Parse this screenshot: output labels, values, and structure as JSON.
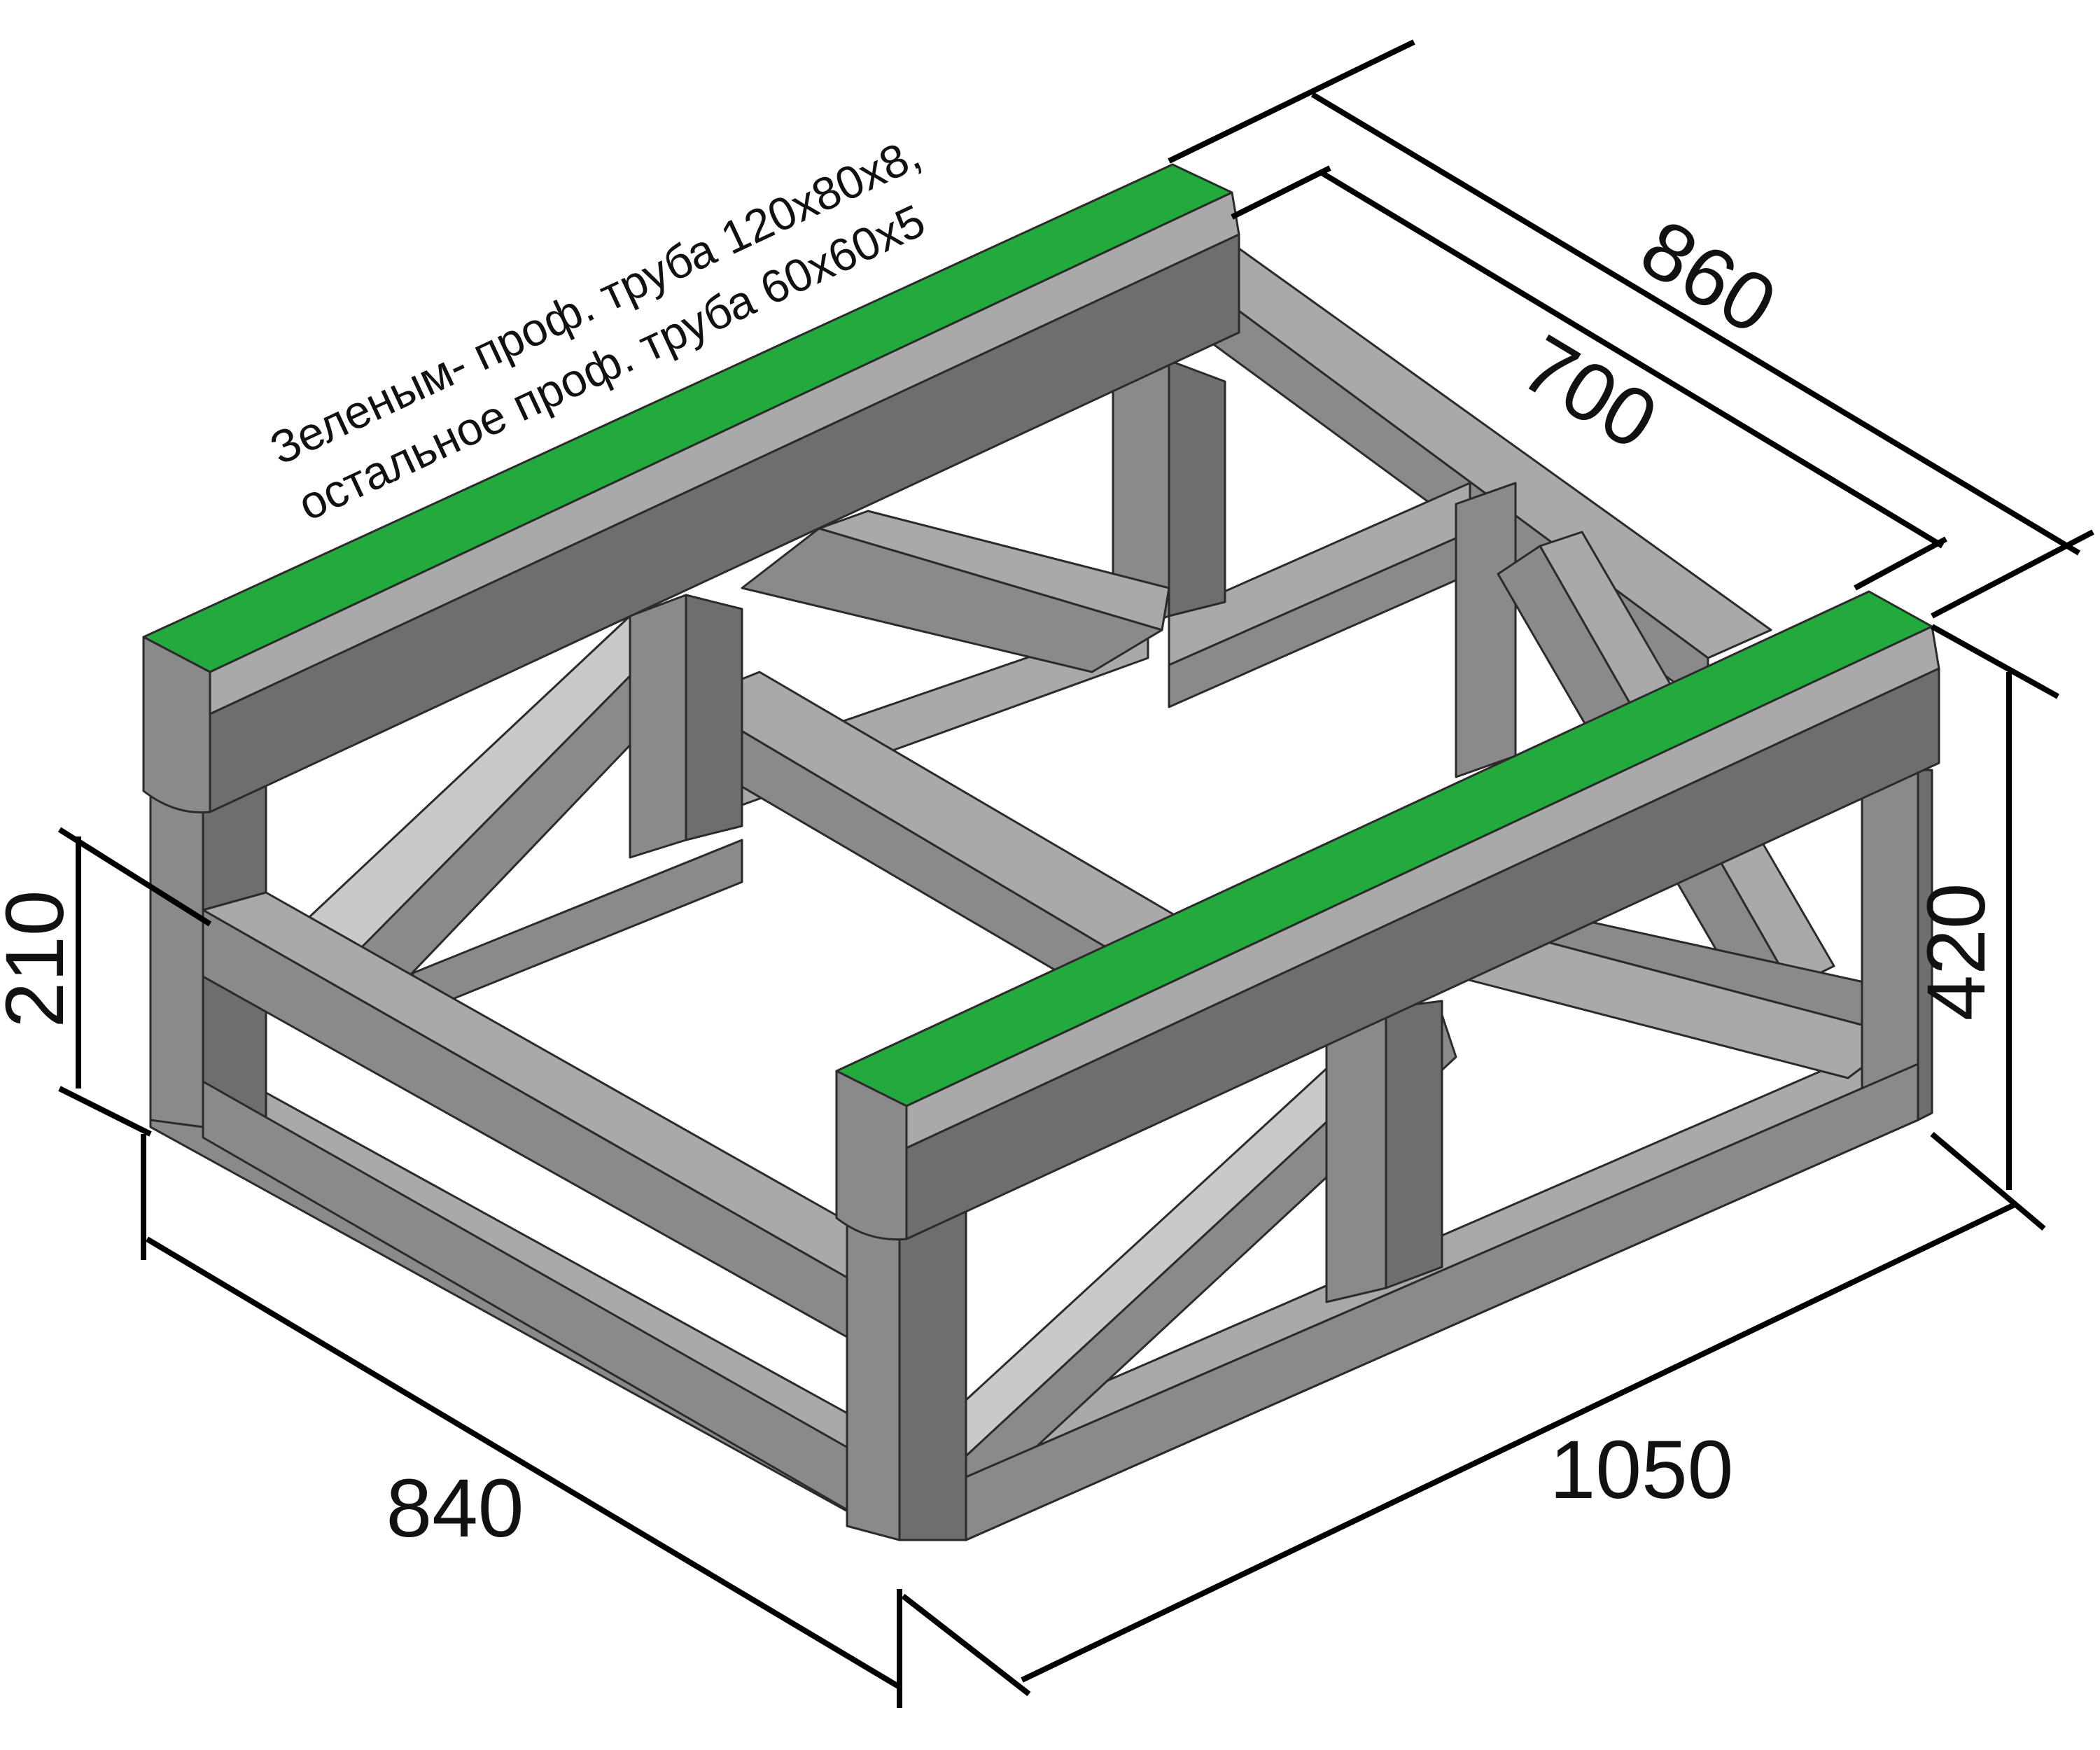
{
  "note": {
    "line1": "Зеленым- проф. труба 120x80x8,",
    "line2": "остальное проф. труба 60x60x5"
  },
  "dimensions": {
    "depth_outer": "860",
    "depth_inner": "700",
    "height_total": "420",
    "height_lower": "210",
    "width_front": "840",
    "length_side": "1050"
  },
  "colors": {
    "rail": "#22aa3c",
    "steel_light": "#a9a9a9",
    "steel_mid": "#8a8a8a",
    "steel_dark": "#6e6e6e"
  }
}
